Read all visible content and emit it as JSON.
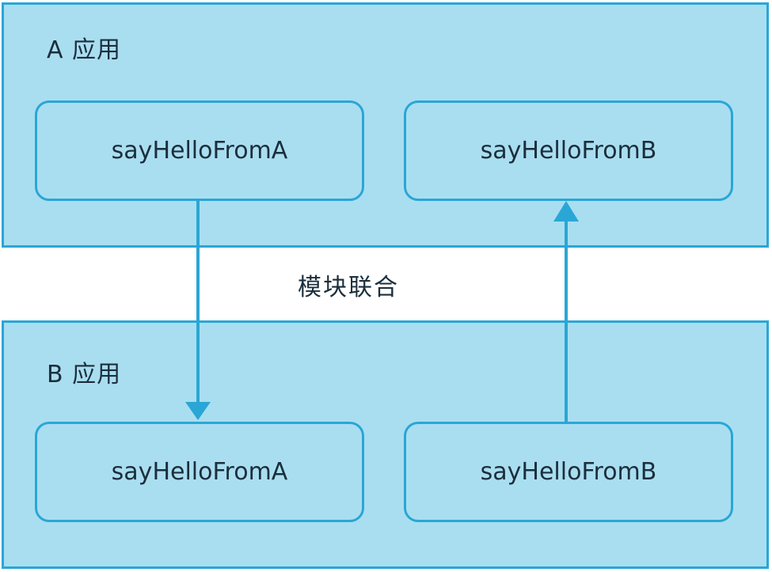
{
  "app_a": {
    "title": "A 应用",
    "left_method": "sayHelloFromA",
    "right_method": "sayHelloFromB"
  },
  "app_b": {
    "title": "B 应用",
    "left_method": "sayHelloFromA",
    "right_method": "sayHelloFromB"
  },
  "center_label": "模块联合",
  "colors": {
    "box_fill": "#a9def0",
    "border": "#2aa6d6",
    "text": "#1b2e3c"
  }
}
